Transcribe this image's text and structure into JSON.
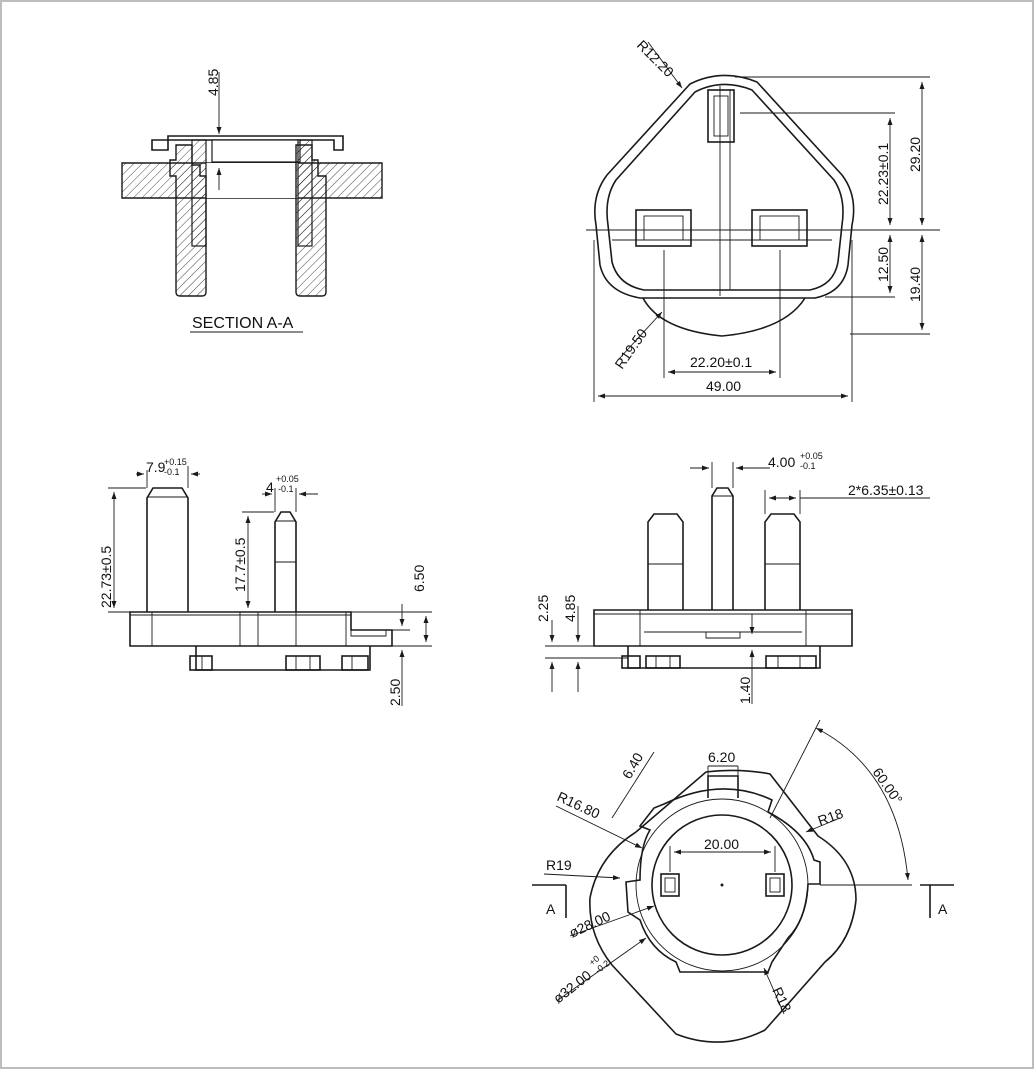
{
  "colors": {
    "line": "#1a1a1a",
    "background": "#ffffff",
    "frame": "#bdbdbd"
  },
  "section_view": {
    "title": "SECTION  A-A",
    "dim_depth": "4.85"
  },
  "front_view": {
    "dim_radius_top": "R12.20",
    "dim_height_top": "22.23±0.1",
    "dim_height_total": "29.20",
    "dim_height_lower": "12.50",
    "dim_height_bottom": "19.40",
    "dim_radius_bottom": "R19.50",
    "dim_pin_spacing": "22.20±0.1",
    "dim_width": "49.00"
  },
  "side_view_left": {
    "dim_pin_width": "7.9",
    "dim_pin_width_tol_upper": "+0.15",
    "dim_pin_width_tol_lower": "-0.1",
    "dim_earth_width": "4",
    "dim_earth_tol_upper": "+0.05",
    "dim_earth_tol_lower": "-0.1",
    "dim_pin_height": "22.73±0.5",
    "dim_earth_height": "17.7±0.5",
    "dim_base_height": "6.50",
    "dim_bottom_offset": "2.50"
  },
  "side_view_right": {
    "dim_pin_width": "4.00",
    "dim_pin_tol_upper": "+0.05",
    "dim_pin_tol_lower": "-0.1",
    "dim_pin_pitch": "2*6.35±0.13",
    "dim_step_a": "2.25",
    "dim_step_b": "4.85",
    "dim_bottom": "1.40"
  },
  "bottom_view": {
    "dim_slot_width": "6.20",
    "dim_slot_depth": "6.40",
    "dim_angle": "60.00°",
    "dim_r_inner": "R16.80",
    "dim_r_outer_right": "R18",
    "dim_r_19": "R19",
    "dim_pin_spacing": "20.00",
    "dim_dia_inner": "ø28.00",
    "dim_dia_outer": "ø32.00",
    "dim_dia_outer_tol_upper": "+0",
    "dim_dia_outer_tol_lower": "-0.2",
    "dim_r_bottom": "R18",
    "section_marker_left": "A",
    "section_marker_right": "A"
  }
}
